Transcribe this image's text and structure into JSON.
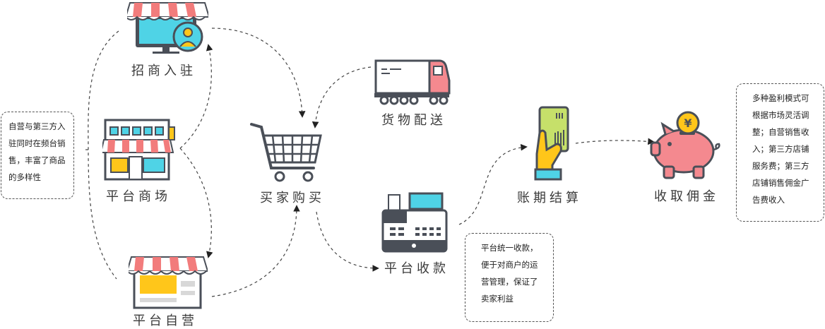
{
  "nodes": {
    "merchant_entry": "招商入驻",
    "platform_mall": "平台商场",
    "platform_self": "平台自营",
    "buyer_purchase": "买家购买",
    "delivery": "货物配送",
    "platform_collect": "平台收款",
    "settlement": "账期结算",
    "commission": "收取佣金"
  },
  "notes": {
    "left": [
      "自营与第三方入",
      "驻同时在频台销",
      "售，丰富了商品",
      "的多样性"
    ],
    "bottom": [
      "平台统一收款，",
      "便于对商户的运",
      "营管理，保证了",
      "卖家利益"
    ],
    "right": [
      "多种盈利模式可",
      "根据市场灵活调",
      "整；自营销售收",
      "入；第三方店铺",
      "服务费；第三方",
      "店铺销售佣金广",
      "告费收入"
    ]
  },
  "icons": {
    "card_tag": "",
    "coin": "¥"
  },
  "colors": {
    "awning_red": "#f27c7c",
    "cyan": "#4fd3e6",
    "dark": "#4a4f58",
    "yellow": "#ffc61a",
    "pink": "#f4898f",
    "green": "#c6e06a"
  }
}
